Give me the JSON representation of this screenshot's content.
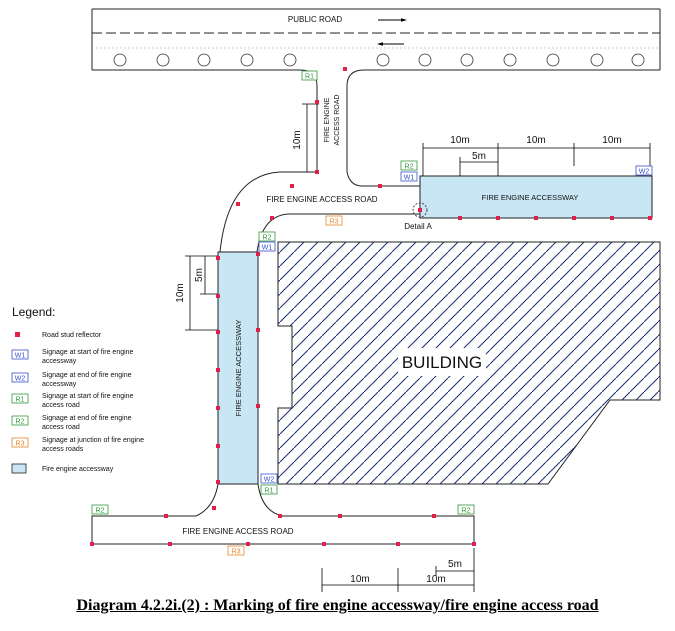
{
  "labels": {
    "public_road": "PUBLIC ROAD",
    "access_road_vertical": [
      "FIRE ENGINE",
      "ACCESS ROAD"
    ],
    "access_road_mid": "FIRE ENGINE ACCESS ROAD",
    "access_road_bottom": "FIRE ENGINE ACCESS ROAD",
    "accessway_top": "FIRE ENGINE ACCESSWAY",
    "accessway_left": "FIRE ENGINE ACCESSWAY",
    "building": "BUILDING",
    "detail": "Detail A"
  },
  "dimensions": {
    "d_10m": "10m",
    "d_5m": "5m"
  },
  "signs": {
    "r1": "R1",
    "r2": "R2",
    "r3": "R3",
    "w1": "W1",
    "w2": "W2"
  },
  "colors": {
    "reflector": "#e0204a",
    "w_sign": "#3a4fd1",
    "r_sign": "#2e9a3a",
    "r3_sign": "#e8862a",
    "accessway": "#c8e6f4"
  },
  "legend": {
    "title": "Legend:",
    "items": [
      {
        "code": "",
        "text": [
          "Road stud reflector"
        ]
      },
      {
        "code": "W1",
        "text": [
          "Signage at start of fire engine",
          "accessway"
        ]
      },
      {
        "code": "W2",
        "text": [
          "Signage at end of fire engine",
          "accessway"
        ]
      },
      {
        "code": "R1",
        "text": [
          "Signage at start of fire engine",
          "access road"
        ]
      },
      {
        "code": "R2",
        "text": [
          "Signage at end of fire engine",
          "access road"
        ]
      },
      {
        "code": "R3",
        "text": [
          "Signage at junction of fire engine",
          "access roads"
        ]
      },
      {
        "code": "",
        "text": [
          "Fire engine accessway"
        ]
      }
    ]
  },
  "caption": "Diagram 4.2.2i.(2) : Marking of fire engine accessway/fire engine access road"
}
